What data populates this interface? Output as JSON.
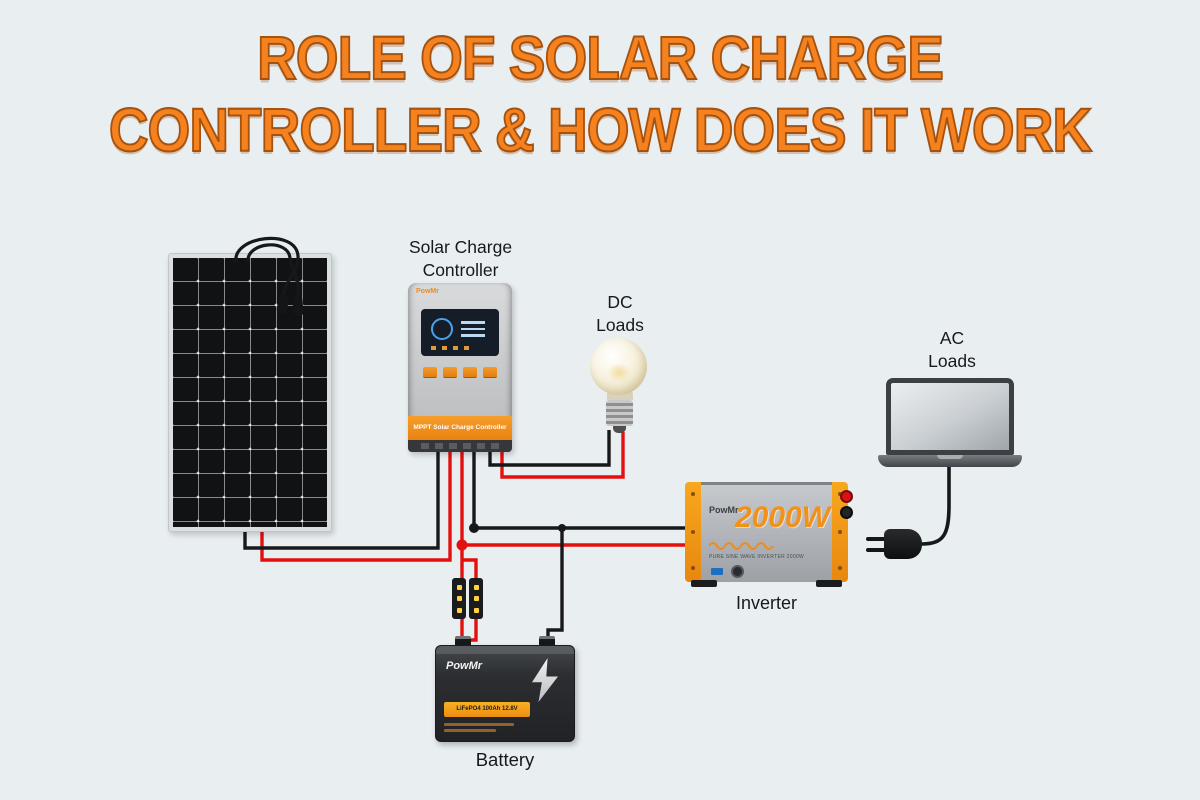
{
  "title": {
    "line1": "ROLE OF SOLAR CHARGE",
    "line2": "CONTROLLER & HOW DOES IT WORK"
  },
  "diagram": {
    "controller": {
      "label_line1": "Solar Charge",
      "label_line2": "Controller",
      "brand": "PowMr",
      "strip": "MPPT Solar Charge Controller"
    },
    "dc_loads": {
      "label_line1": "DC",
      "label_line2": "Loads"
    },
    "ac_loads": {
      "label_line1": "AC",
      "label_line2": "Loads"
    },
    "inverter": {
      "label": "Inverter",
      "brand": "PowMr",
      "power": "2000W",
      "subtext": "PURE SINE WAVE INVERTER 2000W"
    },
    "battery": {
      "label": "Battery",
      "brand": "PowMr",
      "strip": "LiFePO4 100Ah 12.8V"
    }
  },
  "colors": {
    "background": "#e9eef1",
    "title_orange": "#f5821f",
    "title_outline": "#a5520f",
    "accent_orange": "#f08a1e",
    "wire_red": "#e3100e",
    "wire_black": "#17181a"
  }
}
